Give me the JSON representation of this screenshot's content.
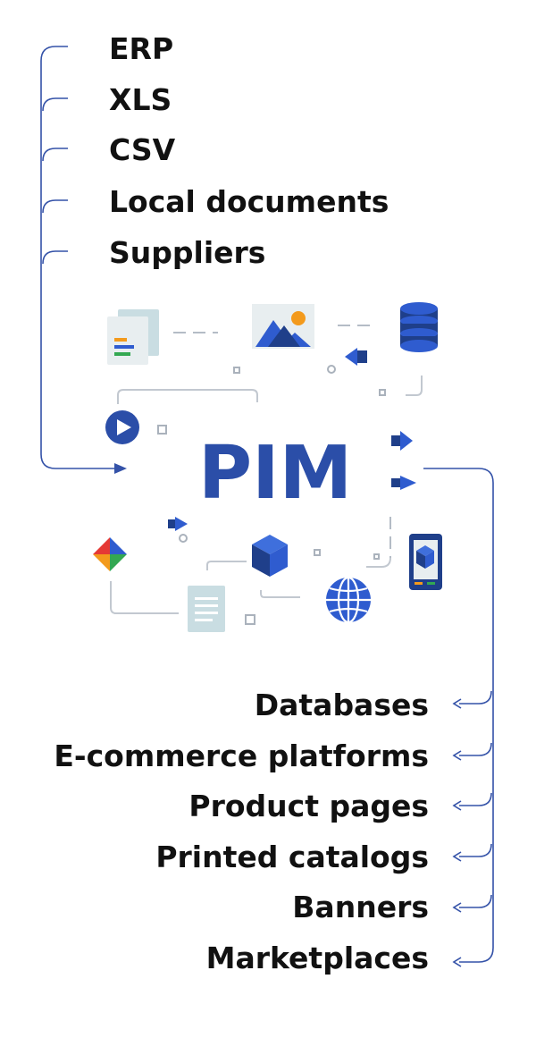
{
  "diagram": {
    "center_label": "PIM",
    "sources": [
      "ERP",
      "XLS",
      "CSV",
      "Local documents",
      "Suppliers"
    ],
    "destinations": [
      "Databases",
      "E-commerce platforms",
      "Product pages",
      "Printed catalogs",
      "Banners",
      "Marketplaces"
    ]
  },
  "colors": {
    "connector": "#3452a8",
    "pim_text": "#2b4ea8",
    "label_text": "#111111",
    "icon_blue": "#2f5ccf",
    "icon_dark": "#1f3f8a",
    "accent_orange": "#f39a1c"
  },
  "icons": [
    "report-document-icon",
    "image-icon",
    "database-icon",
    "play-icon",
    "diamond-logo-icon",
    "cube-icon",
    "globe-icon",
    "mobile-device-icon",
    "text-document-icon"
  ]
}
